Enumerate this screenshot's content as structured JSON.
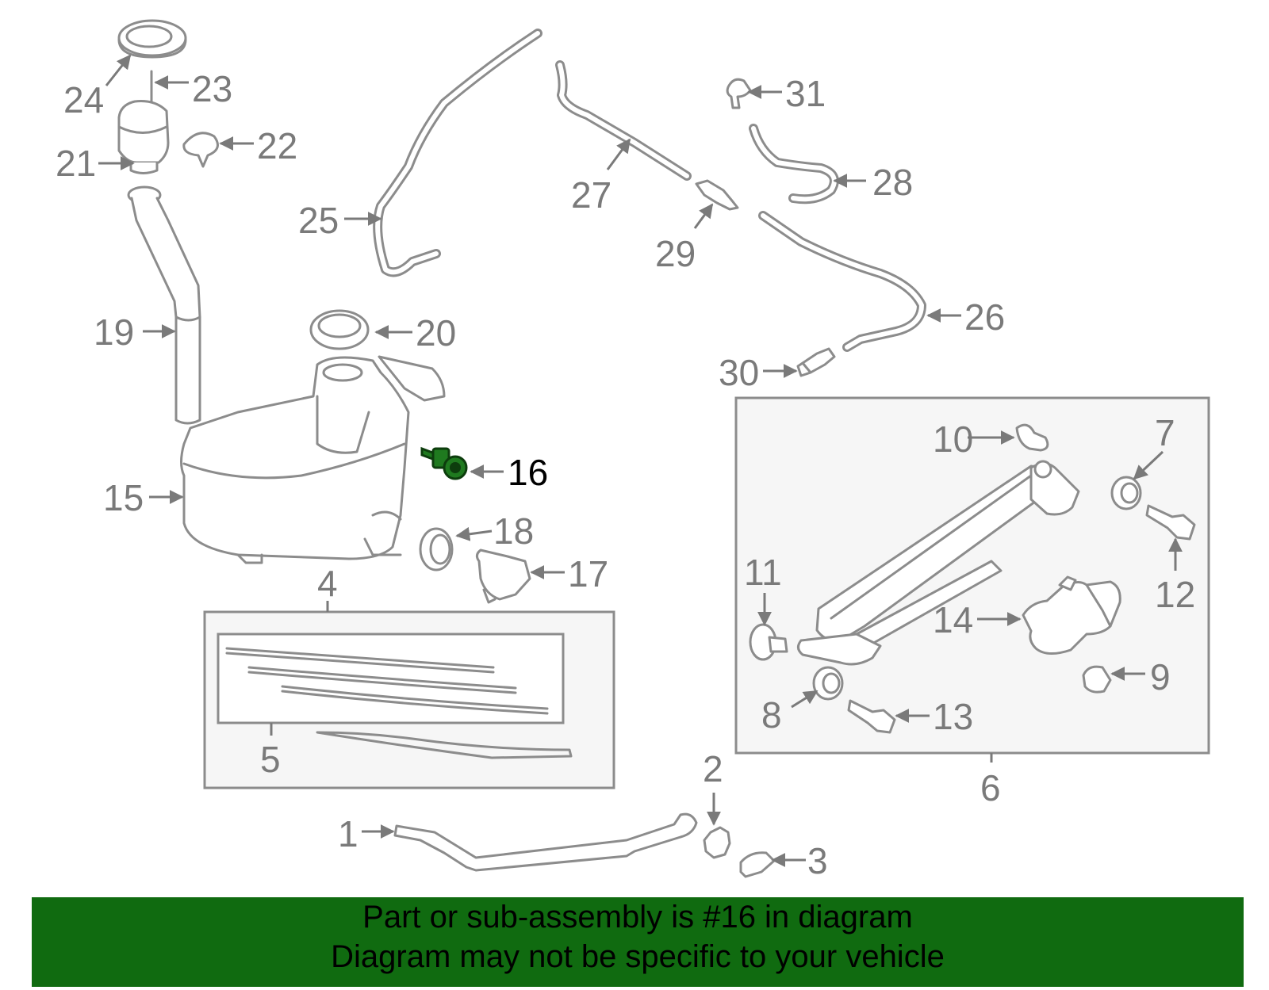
{
  "diagram": {
    "highlighted_part": "16",
    "labels": {
      "p1": "1",
      "p2": "2",
      "p3": "3",
      "p4": "4",
      "p5": "5",
      "p6": "6",
      "p7": "7",
      "p8": "8",
      "p9": "9",
      "p10": "10",
      "p11": "11",
      "p12": "12",
      "p13": "13",
      "p14": "14",
      "p15": "15",
      "p16": "16",
      "p17": "17",
      "p18": "18",
      "p19": "19",
      "p20": "20",
      "p21": "21",
      "p22": "22",
      "p23": "23",
      "p24": "24",
      "p25": "25",
      "p26": "26",
      "p27": "27",
      "p28": "28",
      "p29": "29",
      "p30": "30",
      "p31": "31"
    },
    "colors": {
      "highlight": "#1f7a1f",
      "banner": "#106b10",
      "lines": "#8c8c8c"
    }
  },
  "banner": {
    "line1": "Part or sub-assembly is #16 in diagram",
    "line2": "Diagram may not be specific to your vehicle"
  }
}
